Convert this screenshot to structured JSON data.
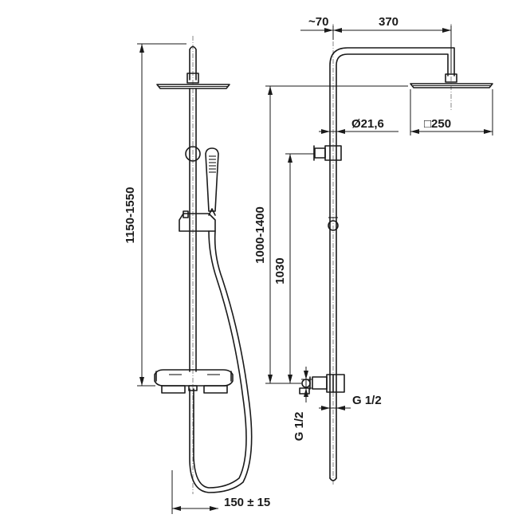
{
  "dimensions": {
    "total_height": "1150-1550",
    "handshower_spacing": "150 ± 15",
    "head_height_range": "1000-1400",
    "mixer_to_arm": "1030",
    "inlet_left_view": "G 1/2",
    "inlet_right_view": "G 1/2",
    "wall_offset": "~70",
    "arm_reach": "370",
    "pipe_diameter": "Ø21,6",
    "head_size": "□250"
  }
}
